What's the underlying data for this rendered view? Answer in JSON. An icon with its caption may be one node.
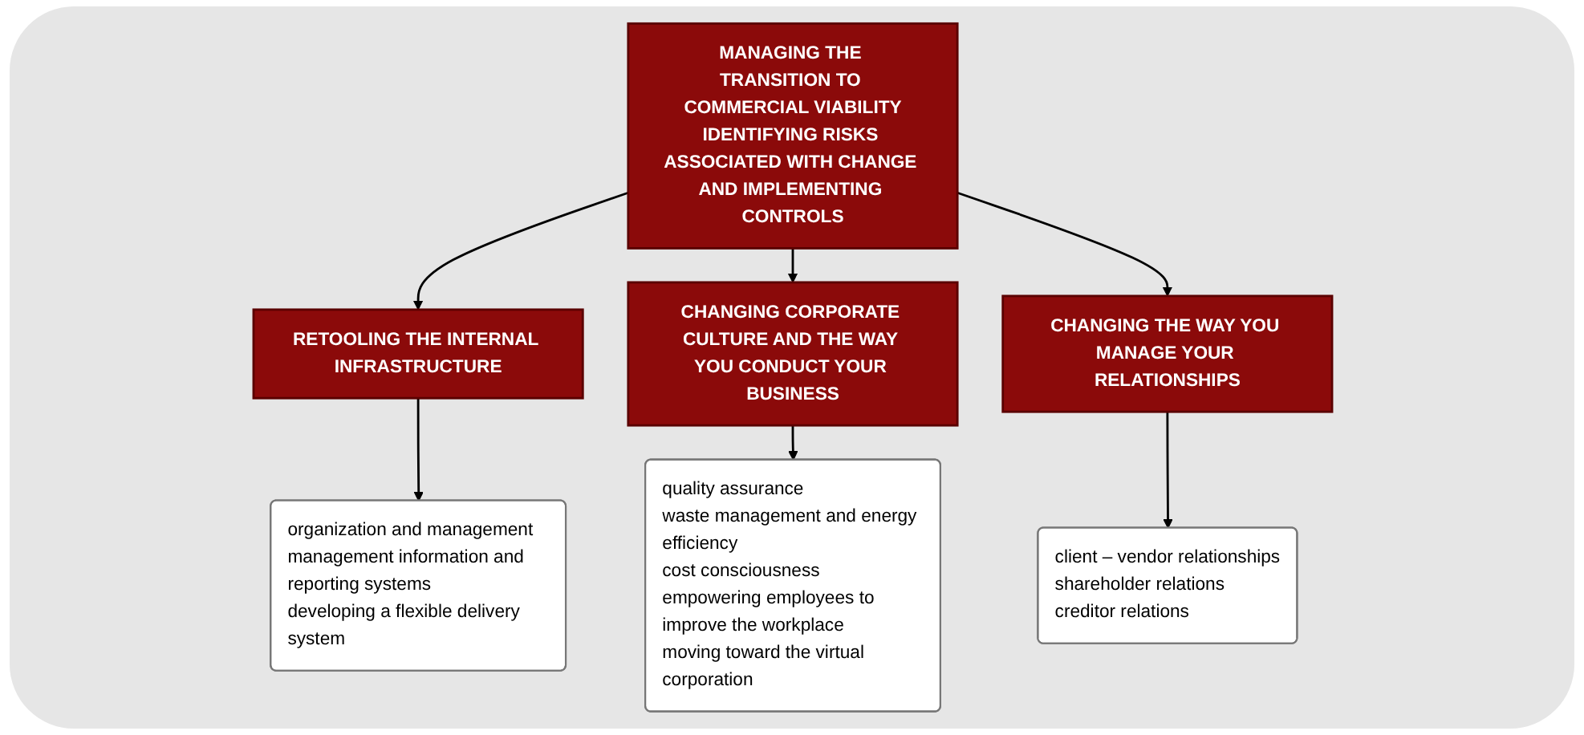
{
  "diagram": {
    "nodes": [
      {
        "text": [
          "MANAGING THE TRANSITION TO COMMERCIAL VIABILITY",
          "IDENTIFYING RISKS ASSOCIATED WITH CHANGE AND IMPLEMENTING CONTROLS"
        ]
      },
      {
        "text": [
          "RETOOLING THE INTERNAL INFRASTRUCTURE"
        ]
      },
      {
        "text": [
          "CHANGING CORPORATE CULTURE AND THE WAY YOU CONDUCT YOUR BUSINESS"
        ]
      },
      {
        "text": [
          "CHANGING THE WAY YOU MANAGE YOUR RELATIONSHIPS"
        ]
      },
      {
        "text": [
          "organization and management",
          "management information and reporting systems",
          "developing a flexible delivery system"
        ]
      },
      {
        "text": [
          "quality assurance",
          "waste management and energy efficiency",
          "cost consciousness",
          "empowering employees to improve the workplace",
          "moving toward the virtual corporation"
        ]
      },
      {
        "text": [
          "client – vendor relationships",
          "shareholder relations",
          "creditor relations"
        ]
      }
    ],
    "edges": [
      {
        "from": 0,
        "to": 1,
        "arrow": "to"
      },
      {
        "from": 0,
        "to": 2,
        "arrow": "to"
      },
      {
        "from": 0,
        "to": 3,
        "arrow": "to"
      },
      {
        "from": 1,
        "to": 4,
        "arrow": "to"
      },
      {
        "from": 2,
        "to": 5,
        "arrow": "to"
      },
      {
        "from": 3,
        "to": 6,
        "arrow": "to"
      }
    ]
  }
}
